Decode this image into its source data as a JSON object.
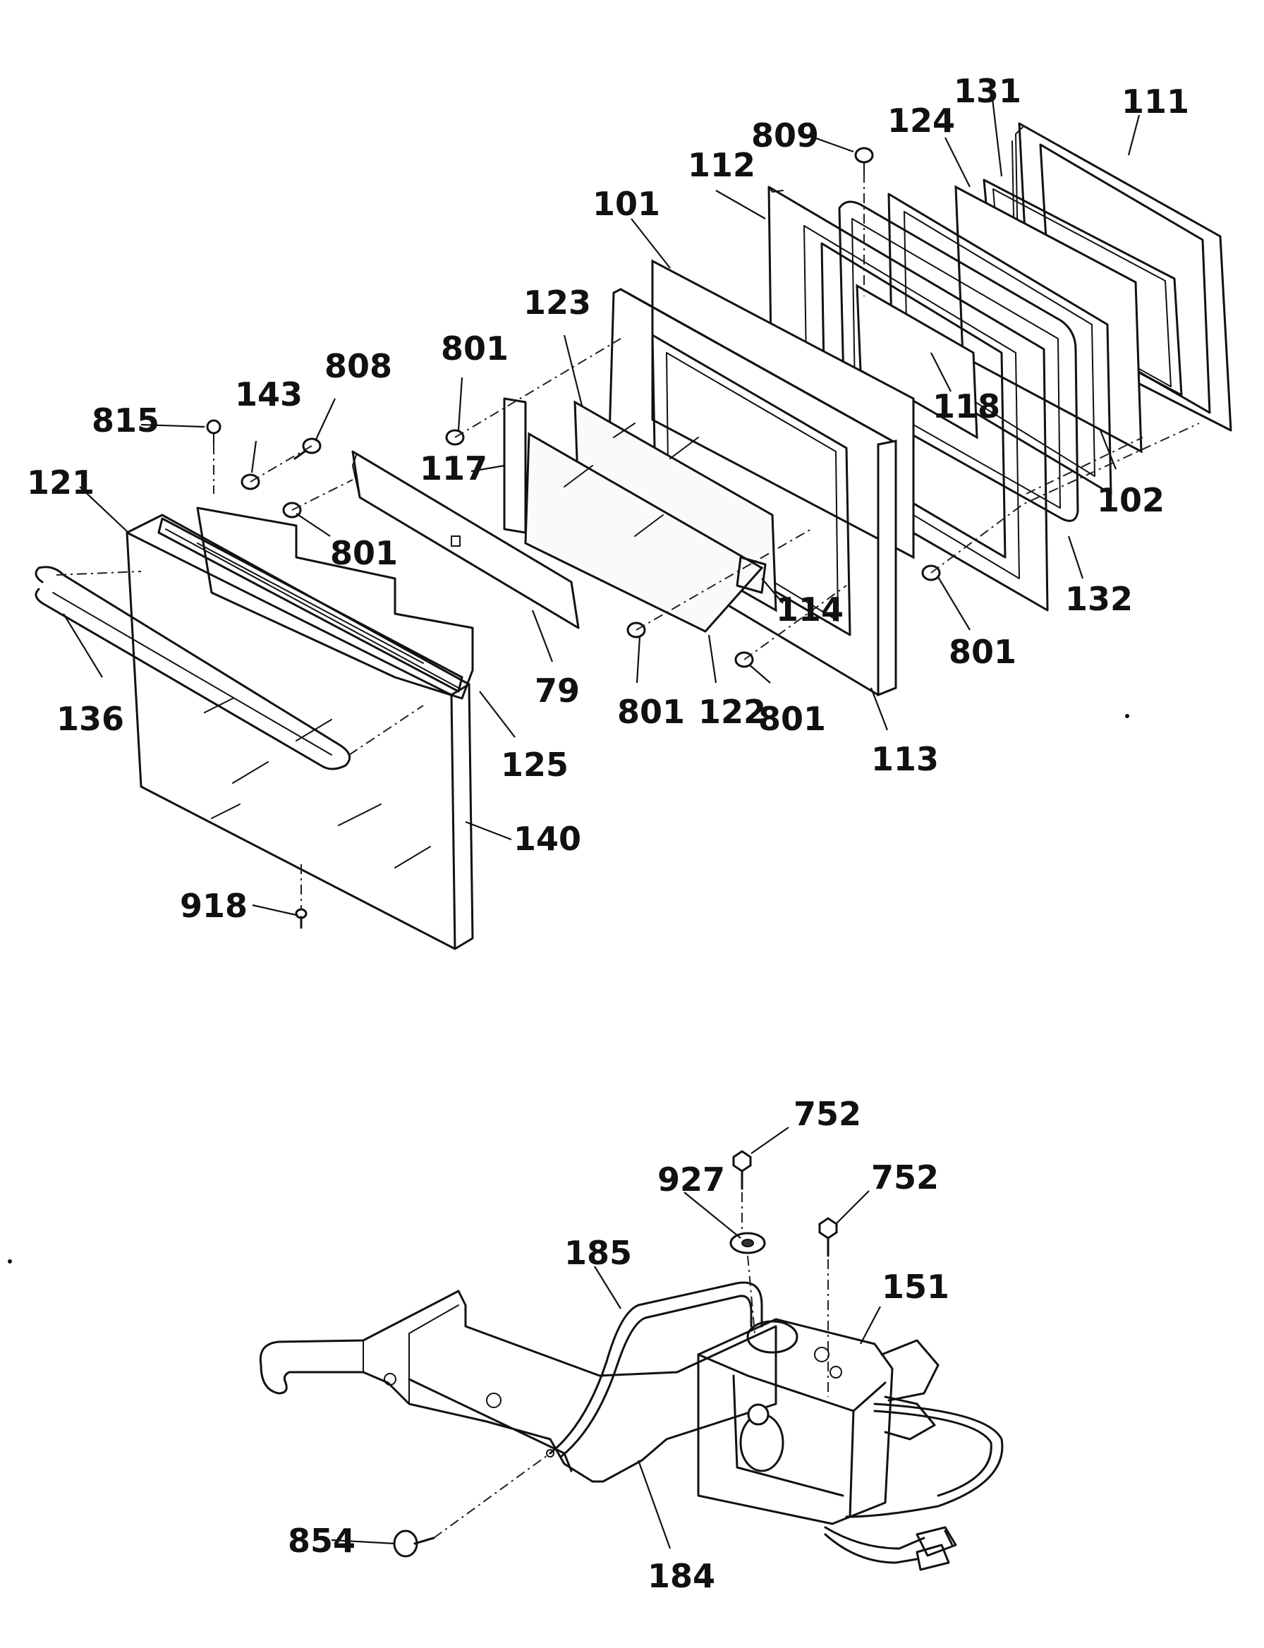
{
  "callouts": {
    "c111": "111",
    "c131": "131",
    "c124": "124",
    "c809": "809",
    "c112": "112",
    "c101": "101",
    "c123": "123",
    "c801_top": "801",
    "c808": "808",
    "c143": "143",
    "c815": "815",
    "c121": "121",
    "c117": "117",
    "c801_mid": "801",
    "c118": "118",
    "c102": "102",
    "c132": "132",
    "c801_right": "801",
    "c114": "114",
    "c79": "79",
    "c136": "136",
    "c125": "125",
    "c801_bl": "801",
    "c122": "122",
    "c801_br": "801",
    "c113": "113",
    "c140": "140",
    "c918": "918",
    "c752_top": "752",
    "c927": "927",
    "c752_right": "752",
    "c185": "185",
    "c151": "151",
    "c854": "854",
    "c184": "184"
  }
}
